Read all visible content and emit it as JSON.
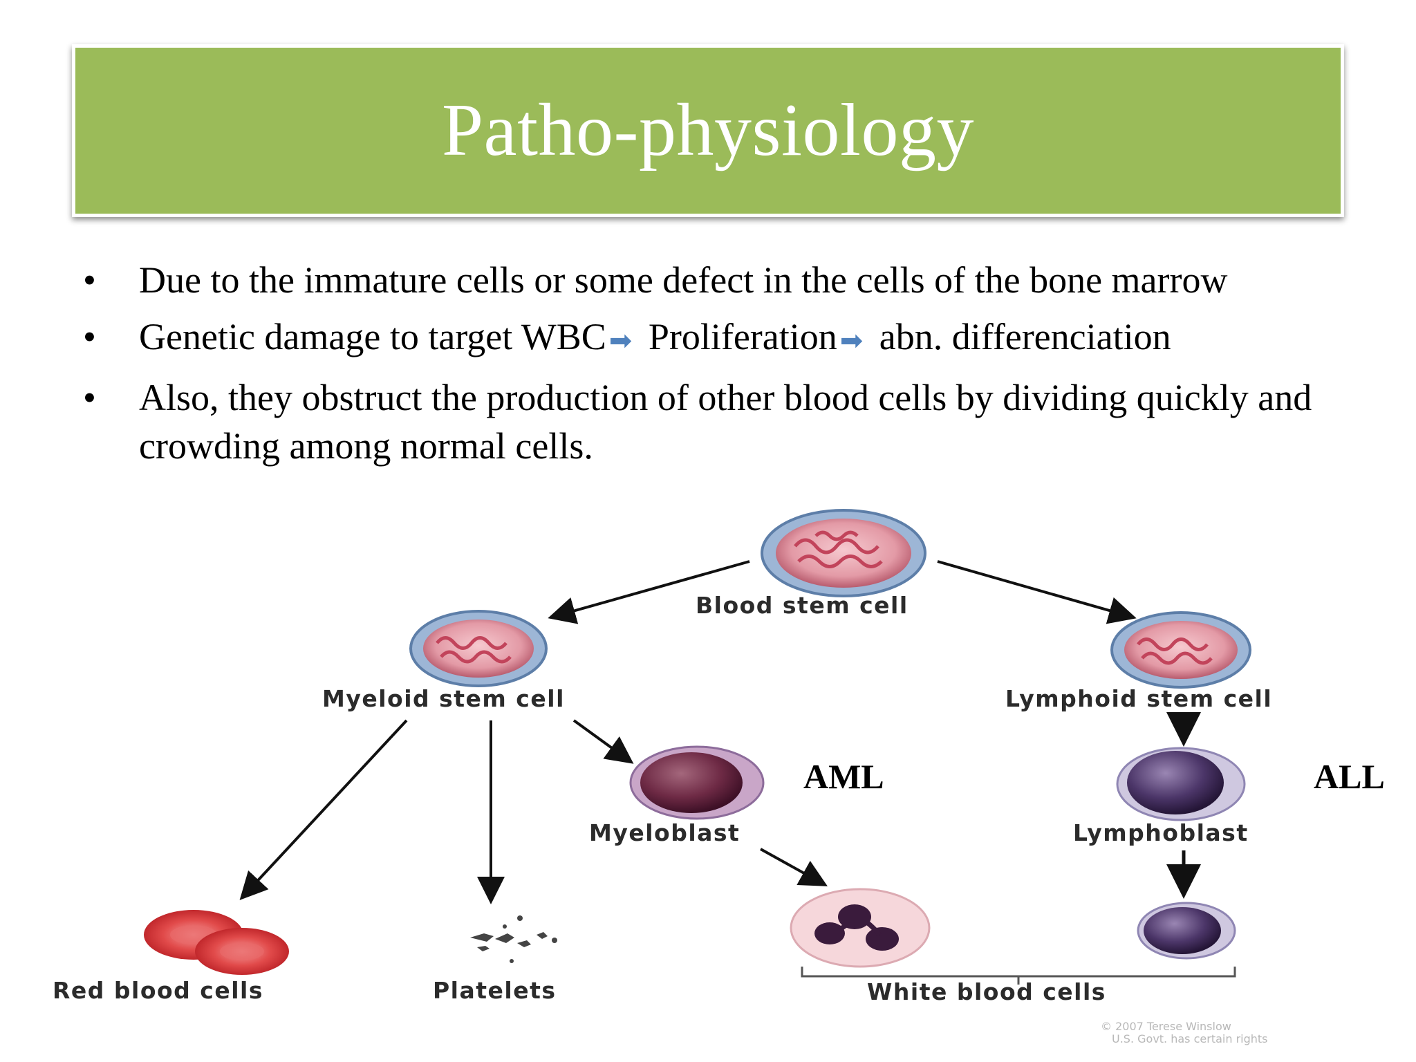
{
  "title": "Patho-physiology",
  "bullets": [
    {
      "text": "Due to the immature cells or some defect in the cells of the bone marrow"
    },
    {
      "parts": [
        "Genetic damage to target WBC",
        "Proliferation",
        "abn. differenciation"
      ]
    },
    {
      "text": "Also, they obstruct the production of other blood cells by dividing quickly and crowding among normal cells."
    }
  ],
  "bullet_symbol": "•",
  "diagram": {
    "labels": {
      "blood_stem_cell": "Blood stem cell",
      "myeloid_stem_cell": "Myeloid stem cell",
      "lymphoid_stem_cell": "Lymphoid stem cell",
      "myeloblast": "Myeloblast",
      "lymphoblast": "Lymphoblast",
      "red_blood_cells": "Red blood cells",
      "platelets": "Platelets",
      "white_blood_cells": "White blood cells",
      "aml": "AML",
      "all": "ALL"
    },
    "credit_line1": "© 2007 Terese Winslow",
    "credit_line2": "U.S. Govt. has certain rights"
  },
  "colors": {
    "banner": "#9bbb59",
    "arrow_glyph": "#4f81bd"
  }
}
